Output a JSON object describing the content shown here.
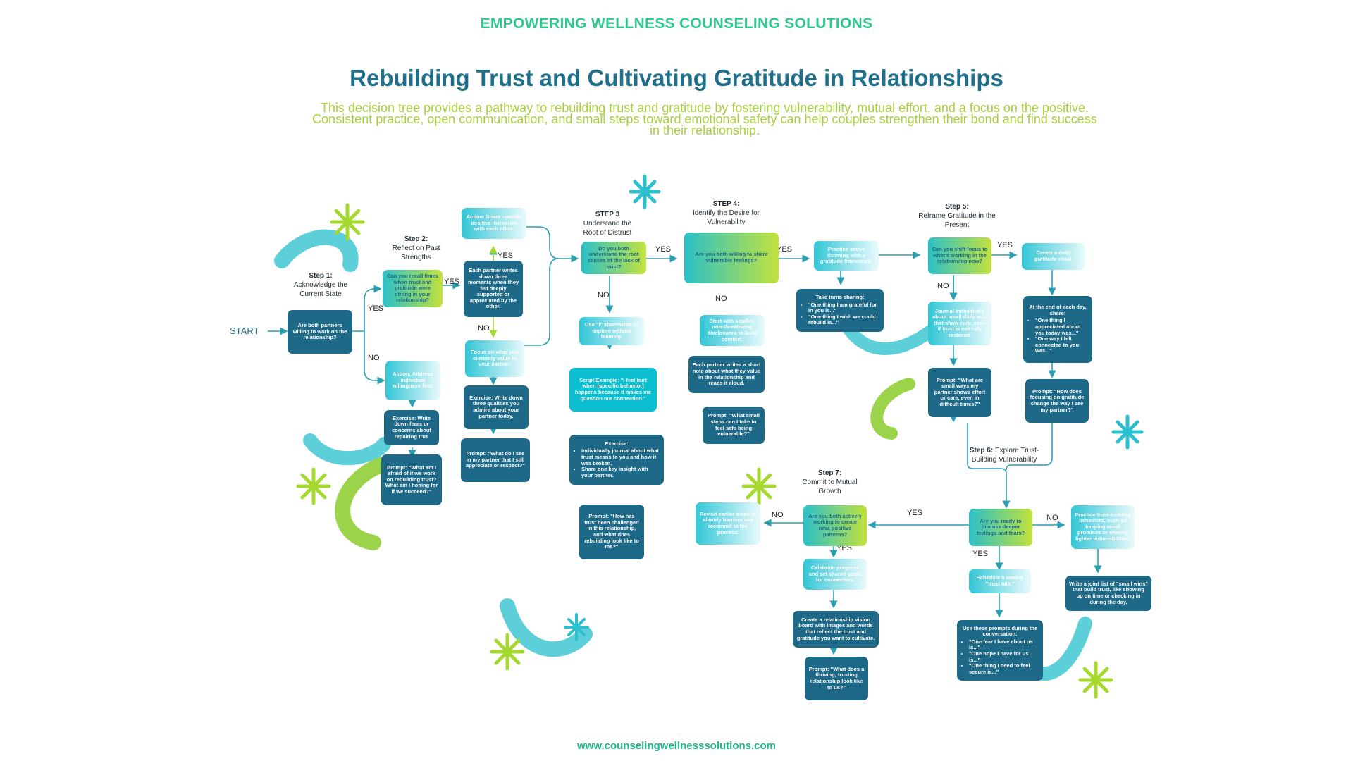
{
  "header": {
    "brand": "EMPOWERING WELLNESS COUNSELING SOLUTIONS",
    "title": "Rebuilding Trust and Cultivating Gratitude in Relationships",
    "subtitle": "This decision tree provides a pathway to rebuilding trust and gratitude by fostering vulnerability, mutual effort, and a focus on the positive. Consistent practice, open communication, and small steps toward emotional safety can help couples strengthen their bond and find success in their relationship."
  },
  "footer": {
    "url": "www.counselingwellnesssolutions.com"
  },
  "start_label": "START",
  "labels": {
    "yes": "YES",
    "no": "NO"
  },
  "steps": {
    "s1": {
      "num": "Step 1:",
      "text": "Acknowledge the Current State"
    },
    "s2": {
      "num": "Step 2:",
      "text": "Reflect on Past Strengths"
    },
    "s3": {
      "num": "STEP 3",
      "text": "Understand the Root of Distrust"
    },
    "s4": {
      "num": "STEP 4:",
      "text": "Identify the Desire for Vulnerability"
    },
    "s5": {
      "num": "Step 5:",
      "text": "Reframe Gratitude in the Present"
    },
    "s6": {
      "num": "Step 6:",
      "text": "Explore Trust-Building Vulnerability"
    },
    "s7": {
      "num": "Step 7:",
      "text": "Commit to Mutual Growth"
    }
  },
  "nodes": {
    "q1": "Are both partners willing to work on the relationship?",
    "q2": "Can you recall times when trust and gratitude were strong in your relationship?",
    "a_share": "Action: Share specific positive memories with each other.",
    "each_partner": "Each partner writes down three moments when they felt deeply supported or appreciated by the other.",
    "focus_value": "Focus on what you currently value in your partner.",
    "ex_three": "Exercise: Write down three qualities you admire about your partner today.",
    "prompt_see": "Prompt: \"What do I see in my partner that I still appreciate or respect?\"",
    "a_address": "Action: Address individual willingness first.",
    "ex_fears": "Exercise: Write down fears or concerns about repairing trus",
    "prompt_afraid": "Prompt: \"What am I afraid of if we work on rebuilding trust? What am I hoping for if we succeed?\"",
    "q3": "Do you both understand the root causes of the lack of trust?",
    "use_i": "Use \"I\" statements to explore without blaming.",
    "script": "Script Example: \"I feel hurt when [specific behavior] happens because it makes me question our connection.\"",
    "ex_journal_title": "Exercise:",
    "ex_journal_items": [
      "Individually journal about what trust means to you and how it was broken.",
      "Share one key insight with your partner."
    ],
    "prompt_challenged": "Prompt: \"How has trust been challenged in this relationship, and what does rebuilding look like to me?\"",
    "q4": "Are you both willing to share vulnerable feelings?",
    "start_smaller": "Start with smaller, non-threatening disclosures to build comfort.",
    "short_note": "Each partner writes a short note about what they value in the relationship and reads it aloud.",
    "prompt_small_steps": "Prompt: \"What small steps can I take to feel safe being vulnerable?\"",
    "active_listening": "Practice active listening with a gratitude framework.",
    "turns_title": "Take turns sharing:",
    "turns_items": [
      "\"One thing I am grateful for in you is...\"",
      "\"One thing I wish we could rebuild is...\""
    ],
    "q5": "Can you shift focus to what's working in the relationship now?",
    "journal_daily": "Journal individually about small daily acts that show care, even if trust is not fully restored.",
    "prompt_effort": "Prompt: \"What are small ways my partner shows effort or care, even in difficult times?\"",
    "daily_ritual": "Create a daily gratitude ritual.",
    "end_day_title": "At the end of each day, share:",
    "end_day_items": [
      "\"One thing I appreciated about you today was...\"",
      "\"One way I felt connected to you was...\""
    ],
    "prompt_focusing": "Prompt: \"How does focusing on gratitude change the way I see my partner?\"",
    "q6": "Are you ready to discuss deeper feelings and fears?",
    "practice_trust": "Practice trust-building behaviors, such as keeping small promises or sharing lighter vulnerabilities.",
    "joint_list": "Write a joint list of \"small wins\" that build trust, like showing up on time or checking in during the day.",
    "weekly_talk": "Schedule a weekly \"trust talk.\"",
    "prompts_title": "Use these prompts during the conversation:",
    "prompts_items": [
      "\"One fear I have about us is...\"",
      "\"One hope I have for us is...\"",
      "\"One thing I need to feel secure is...\""
    ],
    "q7": "Are you both actively working to create new, positive patterns?",
    "revisit": "Revisit earlier steps to identify barriers and recommit to the process.",
    "celebrate": "Celebrate progress and set shared goals for connection.",
    "vision_board": "Create a relationship vision board with images and words that reflect the trust and gratitude you want to cultivate.",
    "prompt_thriving": "Prompt: \"What does a thriving, trusting relationship look like to us?\""
  },
  "decor_icons": [
    "sparkle-icon",
    "swoosh-icon"
  ],
  "colors": {
    "dark_teal": "#1d6987",
    "teal": "#2aa0b4",
    "cyan": "#0bbfd0",
    "lime": "#c2e23c",
    "brand_green": "#2fc98b",
    "deco_cyan": "#4fcfd9",
    "deco_lime": "#a6d92f"
  }
}
